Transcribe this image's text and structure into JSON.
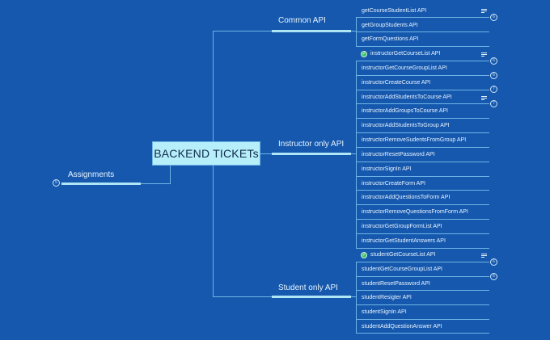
{
  "root": {
    "label": "BACKEND TICKETs"
  },
  "colors": {
    "background": "#1558ad",
    "root_fill": "#b6eefa",
    "connector": "#6fb6e6",
    "highlight": "#aee6f6",
    "check": "#38c36a"
  },
  "left_branch": {
    "label": "Assignments",
    "badge": "5"
  },
  "branches": [
    {
      "label": "Common API",
      "items": [
        {
          "label": "getCourseStudentList API",
          "badge": "6",
          "notes": true
        },
        {
          "label": "getGroupStudents API"
        },
        {
          "label": "getFormQuestions API"
        }
      ]
    },
    {
      "label": "Instructor only API",
      "items": [
        {
          "label": "instructorGetCourseList API",
          "badge": "6",
          "notes": true,
          "done": true
        },
        {
          "label": "instructorGetCourseGroupList API",
          "badge": "6"
        },
        {
          "label": "instructorCreateCourse API",
          "badge": "7"
        },
        {
          "label": "instructorAddStudentsToCourse API",
          "badge": "7",
          "notes": true
        },
        {
          "label": "instructorAddGroupsToCourse API"
        },
        {
          "label": "instructorAddStudentsToGroup API"
        },
        {
          "label": "instructorRemoveSudentsFromGroup API"
        },
        {
          "label": "instructorResetPassword API"
        },
        {
          "label": "instructorSignIn API"
        },
        {
          "label": "instructorCreateForm API"
        },
        {
          "label": "instructorAddQuestionsToForm API"
        },
        {
          "label": "instructorRemoveQuestionsFromForm API"
        },
        {
          "label": "instructorGetGroupFormList API"
        },
        {
          "label": "instructorGetStudentAnswers API"
        }
      ]
    },
    {
      "label": "Student only API",
      "items": [
        {
          "label": "studentGetCourseList API",
          "badge": "6",
          "notes": true,
          "done": true
        },
        {
          "label": "studentGetCourseGroupList API",
          "badge": "6"
        },
        {
          "label": "studentResetPassword API"
        },
        {
          "label": "studentResigter API"
        },
        {
          "label": "studentSignIn API"
        },
        {
          "label": "studentAddQuestionAnswer API"
        }
      ]
    }
  ]
}
